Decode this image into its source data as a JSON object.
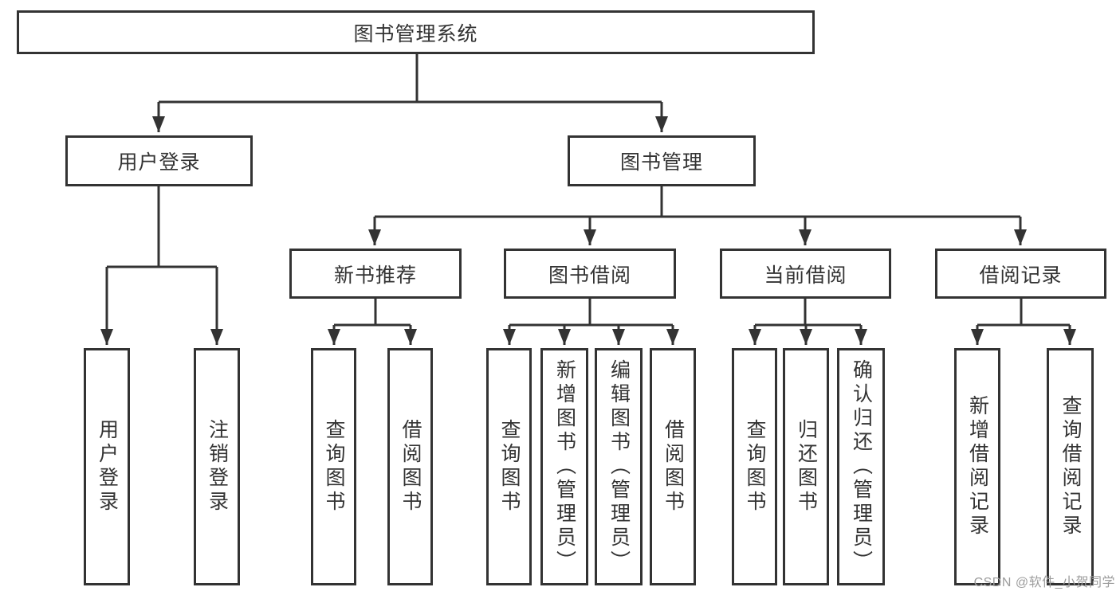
{
  "diagram": {
    "title_node": "图书管理系统",
    "root": {
      "label": "图书管理系统"
    },
    "branches": [
      {
        "label": "用户登录",
        "children": [
          {
            "label": "用户登录"
          },
          {
            "label": "注销登录"
          }
        ]
      },
      {
        "label": "图书管理",
        "groups": [
          {
            "label": "新书推荐",
            "children": [
              {
                "label": "查询图书"
              },
              {
                "label": "借阅图书"
              }
            ]
          },
          {
            "label": "图书借阅",
            "children": [
              {
                "label": "查询图书"
              },
              {
                "label": "新增图书（管理员）"
              },
              {
                "label": "编辑图书（管理员）"
              },
              {
                "label": "借阅图书"
              }
            ]
          },
          {
            "label": "当前借阅",
            "children": [
              {
                "label": "查询图书"
              },
              {
                "label": "归还图书"
              },
              {
                "label": "确认归还（管理员）"
              }
            ]
          },
          {
            "label": "借阅记录",
            "children": [
              {
                "label": "新增借阅记录"
              },
              {
                "label": "查询借阅记录"
              }
            ]
          }
        ]
      }
    ]
  },
  "watermark": {
    "text": "CSDN @软件_小贺同学",
    "color": "#9c9c9c"
  },
  "colors": {
    "line": "#333333",
    "box_border": "#333333",
    "box_background": "#ffffff",
    "text": "#333333",
    "page_background": "#ffffff"
  }
}
